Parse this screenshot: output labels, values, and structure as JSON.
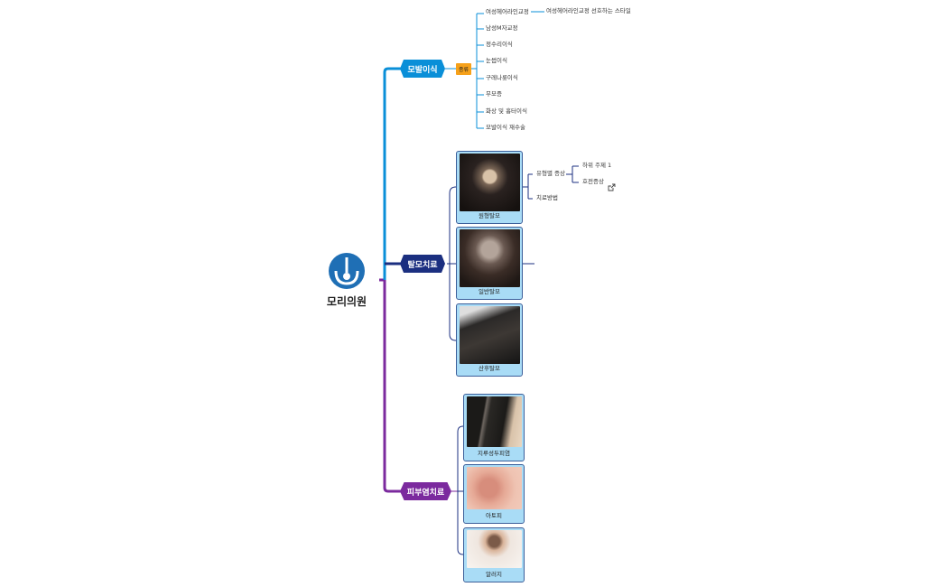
{
  "root": {
    "label": "모리의원",
    "icon": "hair-follicle-logo",
    "color": "#1f6fb5"
  },
  "branches": {
    "transplant": {
      "label": "모발이식",
      "color": "#0a8fd8",
      "tag": "종류",
      "items": [
        "여성헤어라인교정",
        "남성M자교정",
        "정수리이식",
        "눈썹이식",
        "구레나룻이식",
        "무모증",
        "화상 및 흉터이식",
        "모발이식 재수술"
      ],
      "sub": "여성헤어라인교정 선호하는 스타일"
    },
    "hairloss": {
      "label": "탈모치료",
      "color": "#1b2f80",
      "cards": [
        "원형탈모",
        "일반탈모",
        "산후탈모"
      ],
      "sub1": "유형별 증상",
      "sub1_children": [
        "하위 주제 1",
        "호전증상"
      ],
      "sub2": "치료방법"
    },
    "dermatitis": {
      "label": "피부염치료",
      "color": "#7b2a9e",
      "cards": [
        "지루성두피염",
        "아토피",
        "알러지"
      ]
    }
  }
}
